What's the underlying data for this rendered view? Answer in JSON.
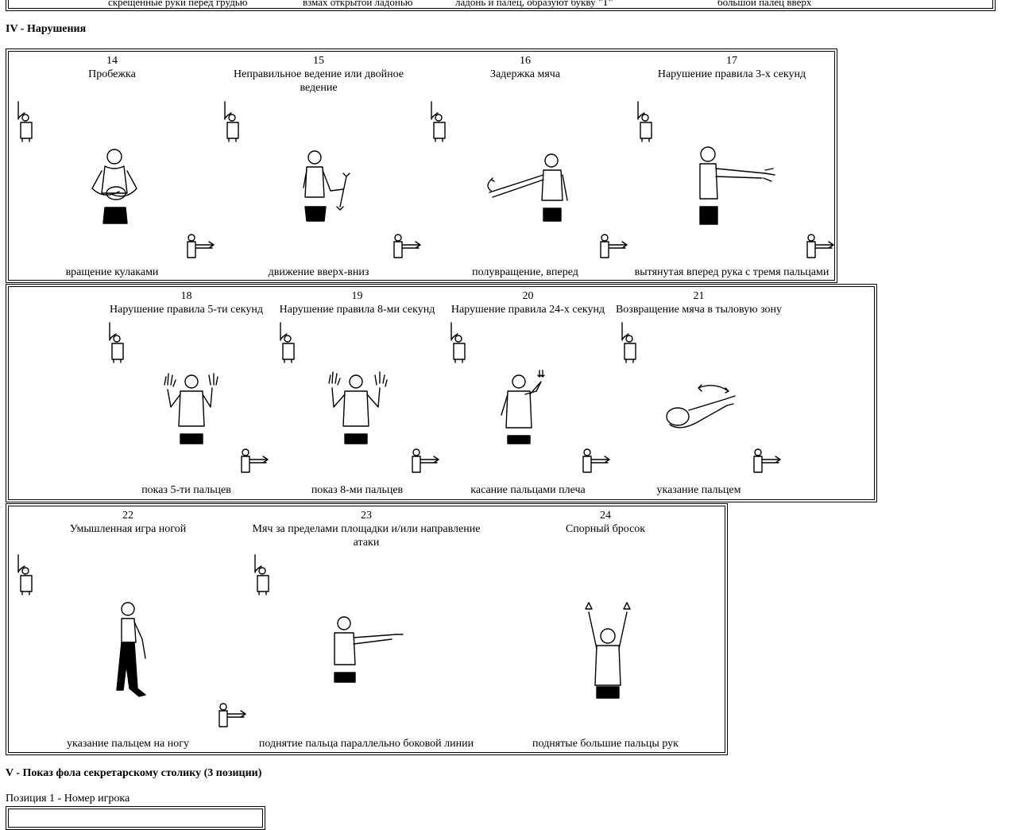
{
  "top_row_captions": [
    "скрещенные руки перед грудью",
    "взмах открытой ладонью",
    "ладонь и палец, образуют букву \"Т\"",
    "большой палец вверх"
  ],
  "section_iv": {
    "heading": "IV - Нарушения"
  },
  "row1": [
    {
      "number": "14",
      "title": "Пробежка",
      "caption": "вращение кулаками",
      "icon": "referee-fists-rotation"
    },
    {
      "number": "15",
      "title": "Неправильное ведение или двойное ведение",
      "caption": "движение вверх-вниз",
      "icon": "referee-hand-up-down"
    },
    {
      "number": "16",
      "title": "Задержка мяча",
      "caption": "полувращение, вперед",
      "icon": "referee-half-rotation"
    },
    {
      "number": "17",
      "title": "Нарушение правила 3-х секунд",
      "caption": "вытянутая вперед рука с тремя пальцами",
      "icon": "referee-three-fingers"
    }
  ],
  "row2": [
    {
      "number": "18",
      "title": "Нарушение правила 5-ти секунд",
      "caption": "показ 5-ти пальцев",
      "icon": "referee-five-fingers"
    },
    {
      "number": "19",
      "title": "Нарушение правила 8-ми секунд",
      "caption": "показ 8-ми пальцев",
      "icon": "referee-eight-fingers"
    },
    {
      "number": "20",
      "title": "Нарушение правила 24-х секунд",
      "caption": "касание пальцами плеча",
      "icon": "referee-touch-shoulder"
    },
    {
      "number": "21",
      "title": "Возвращение мяча в тыловую зону",
      "caption": "указание пальцем",
      "icon": "referee-pointing-backcourt"
    }
  ],
  "row3": [
    {
      "number": "22",
      "title": "Умышленная игра ногой",
      "caption": "указание пальцем на ногу",
      "icon": "referee-point-foot"
    },
    {
      "number": "23",
      "title": "Мяч за пределами площадки и/или направление атаки",
      "caption": "поднятие пальца параллельно боковой линии",
      "icon": "referee-direction"
    },
    {
      "number": "24",
      "title": "Спорный бросок",
      "caption": "поднятые большие пальцы рук",
      "icon": "referee-thumbs-up"
    }
  ],
  "section_v": {
    "heading": "V - Показ фола секретарскому столику (3 позиции)"
  },
  "position_1": {
    "label": "Позиция 1 - Номер игрока"
  }
}
